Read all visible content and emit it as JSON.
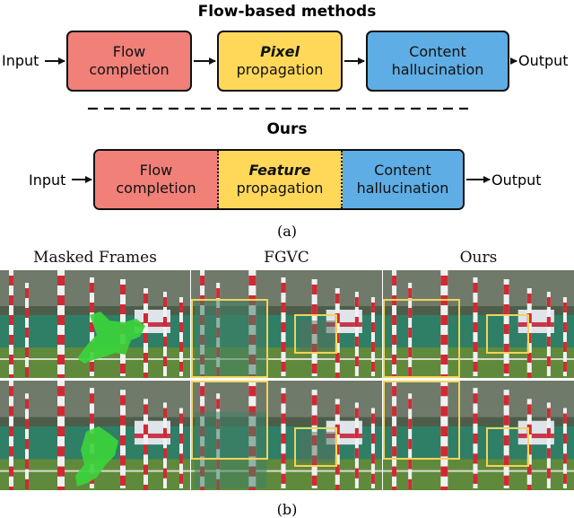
{
  "panel_a": {
    "flow_title": "Flow-based methods",
    "ours_title": "Ours",
    "input_label": "Input",
    "output_label": "Output",
    "flow_row": [
      {
        "line1": "Flow",
        "line2": "completion",
        "emphasis": false,
        "color": "#f08078"
      },
      {
        "line1": "Pixel",
        "line2": "propagation",
        "emphasis": true,
        "color": "#ffd85a"
      },
      {
        "line1": "Content",
        "line2": "hallucination",
        "emphasis": false,
        "color": "#5eade4"
      }
    ],
    "ours_row": [
      {
        "line1": "Flow",
        "line2": "completion",
        "emphasis": false,
        "color": "#f08078"
      },
      {
        "line1": "Feature",
        "line2": "propagation",
        "emphasis": true,
        "color": "#ffd85a"
      },
      {
        "line1": "Content",
        "line2": "hallucination",
        "emphasis": false,
        "color": "#5eade4"
      }
    ],
    "caption": "(a)"
  },
  "panel_b": {
    "columns": [
      "Masked Frames",
      "FGVC",
      "Ours"
    ],
    "caption": "(b)",
    "mask_color": "#3cd23c",
    "highlight_color": "#f2d35a"
  }
}
